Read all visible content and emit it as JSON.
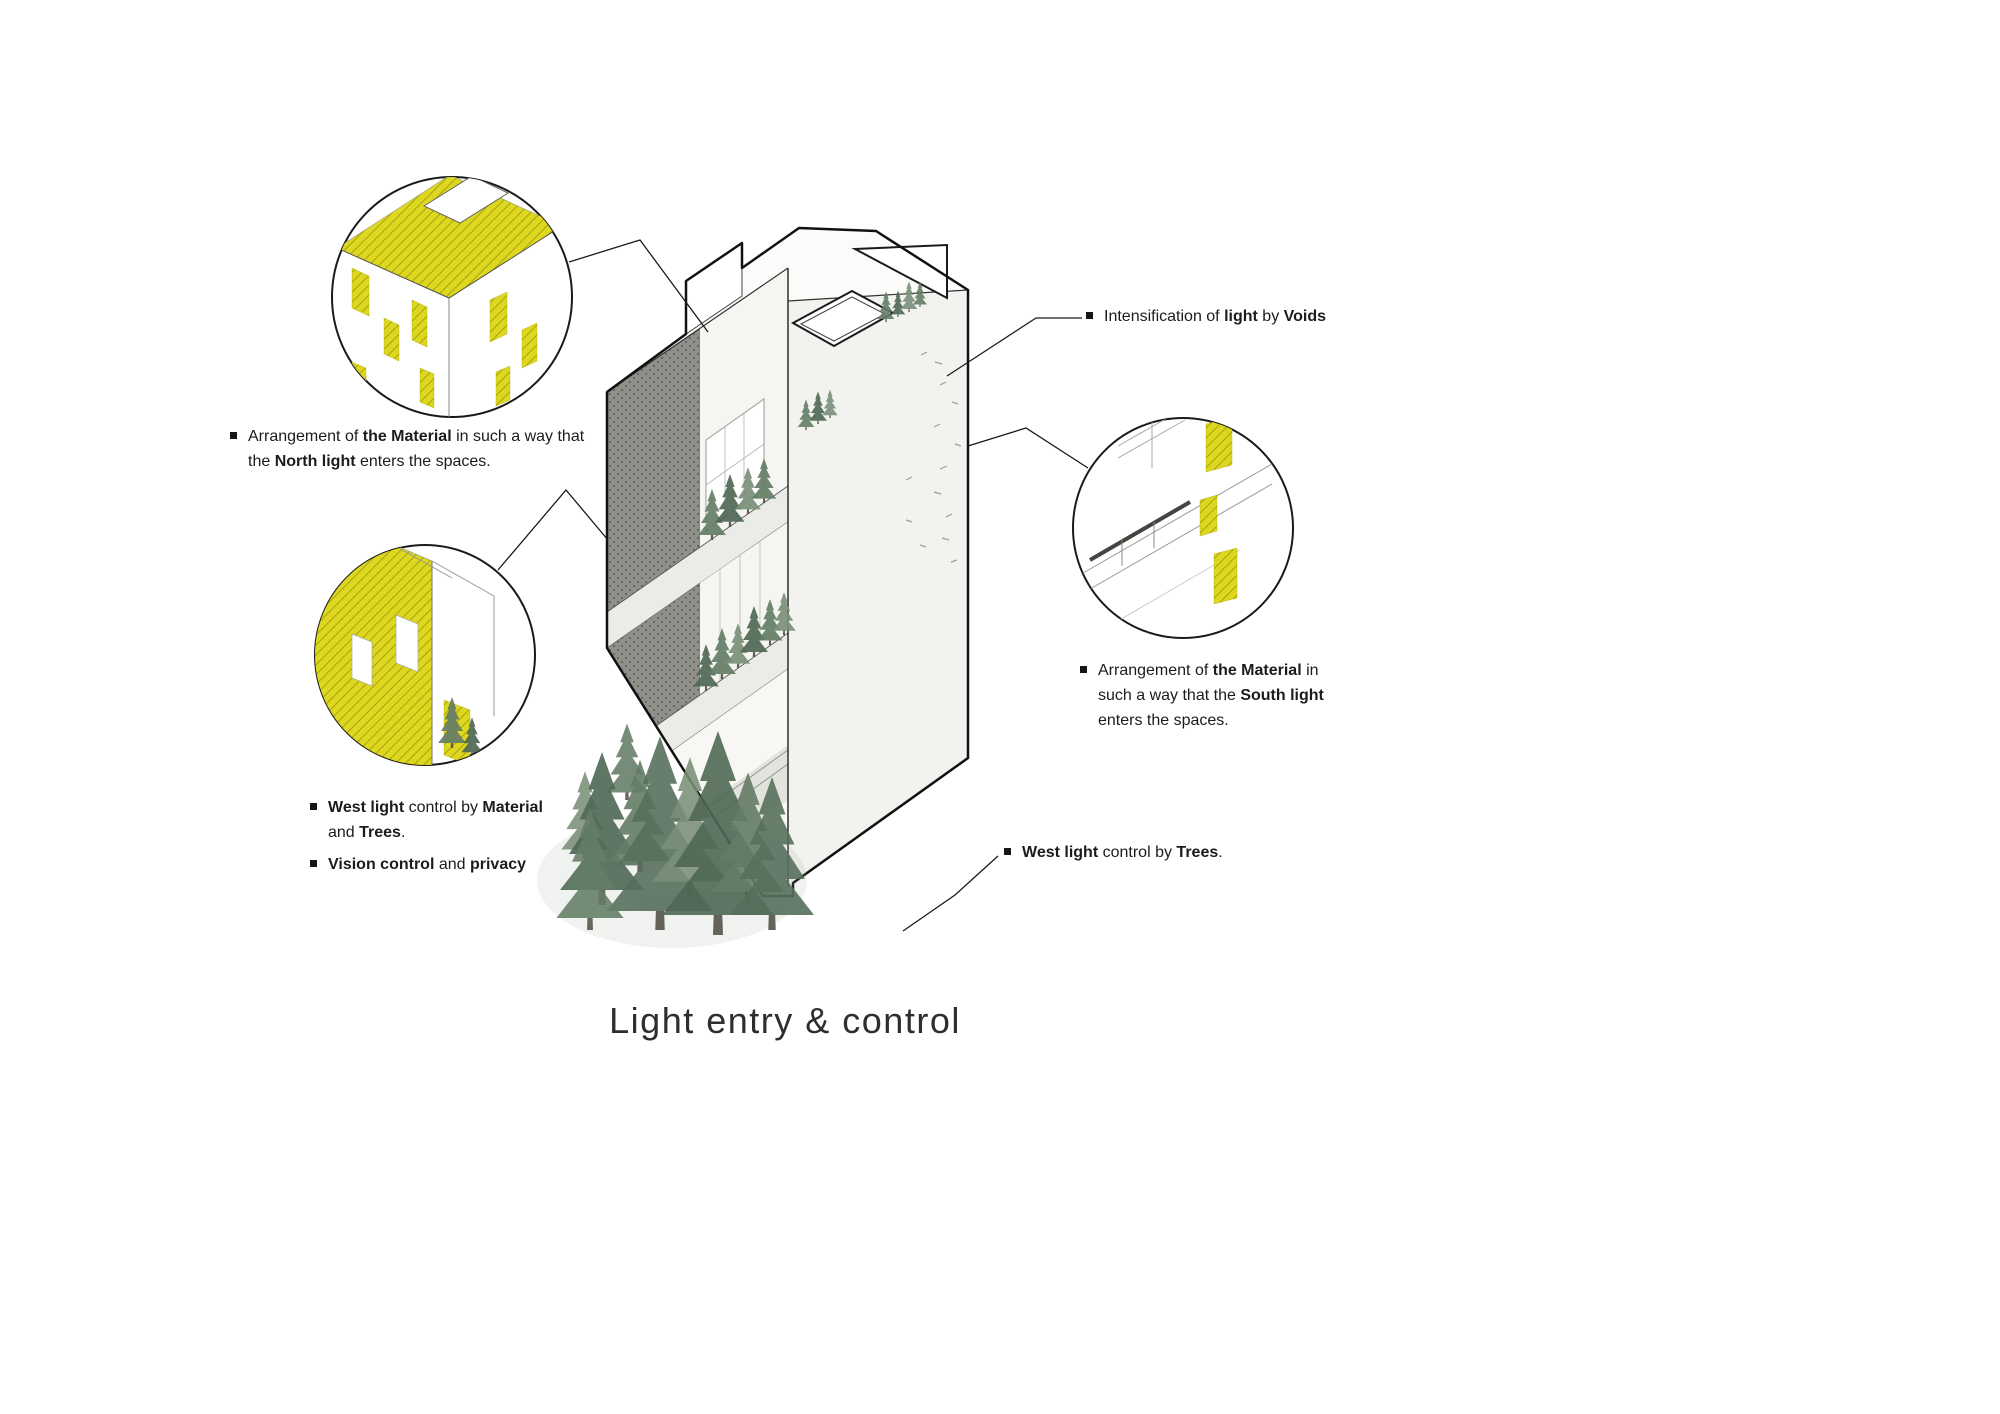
{
  "title": "Light entry & control",
  "colors": {
    "accent_yellow": "#ddd71f",
    "yellow_hatch_line": "#a8a30d",
    "panel_gray": "#90908a",
    "tree_green_dark": "#4f6854",
    "tree_green_mid": "#647d66",
    "tree_green_light": "#7b9079",
    "outline": "#1a1a1a"
  },
  "annotations": {
    "voids": {
      "s0": "Intensification of ",
      "s1": "light",
      "s2": " by ",
      "s3": "Voids"
    },
    "north": {
      "l1s0": "Arrangement of ",
      "l1s1": "the Material",
      "l1s2": " in such a way that",
      "l2s0": "the ",
      "l2s1": "North light",
      "l2s2": " enters the spaces."
    },
    "west_material": {
      "l1s0": "West light",
      "l1s1": " control by ",
      "l1s2": "Material",
      "l2s0": "and ",
      "l2s1": "Trees",
      "l2s2": "."
    },
    "vision": {
      "s0": "Vision control",
      "s1": " and ",
      "s2": "privacy"
    },
    "south": {
      "l1s0": "Arrangement of ",
      "l1s1": "the Material",
      "l1s2": " in",
      "l2s0": "such a way that the ",
      "l2s1": "South light",
      "l3s0": "enters the spaces."
    },
    "west_trees": {
      "s0": "West light",
      "s1": " control by ",
      "s2": "Trees",
      "s3": "."
    }
  }
}
